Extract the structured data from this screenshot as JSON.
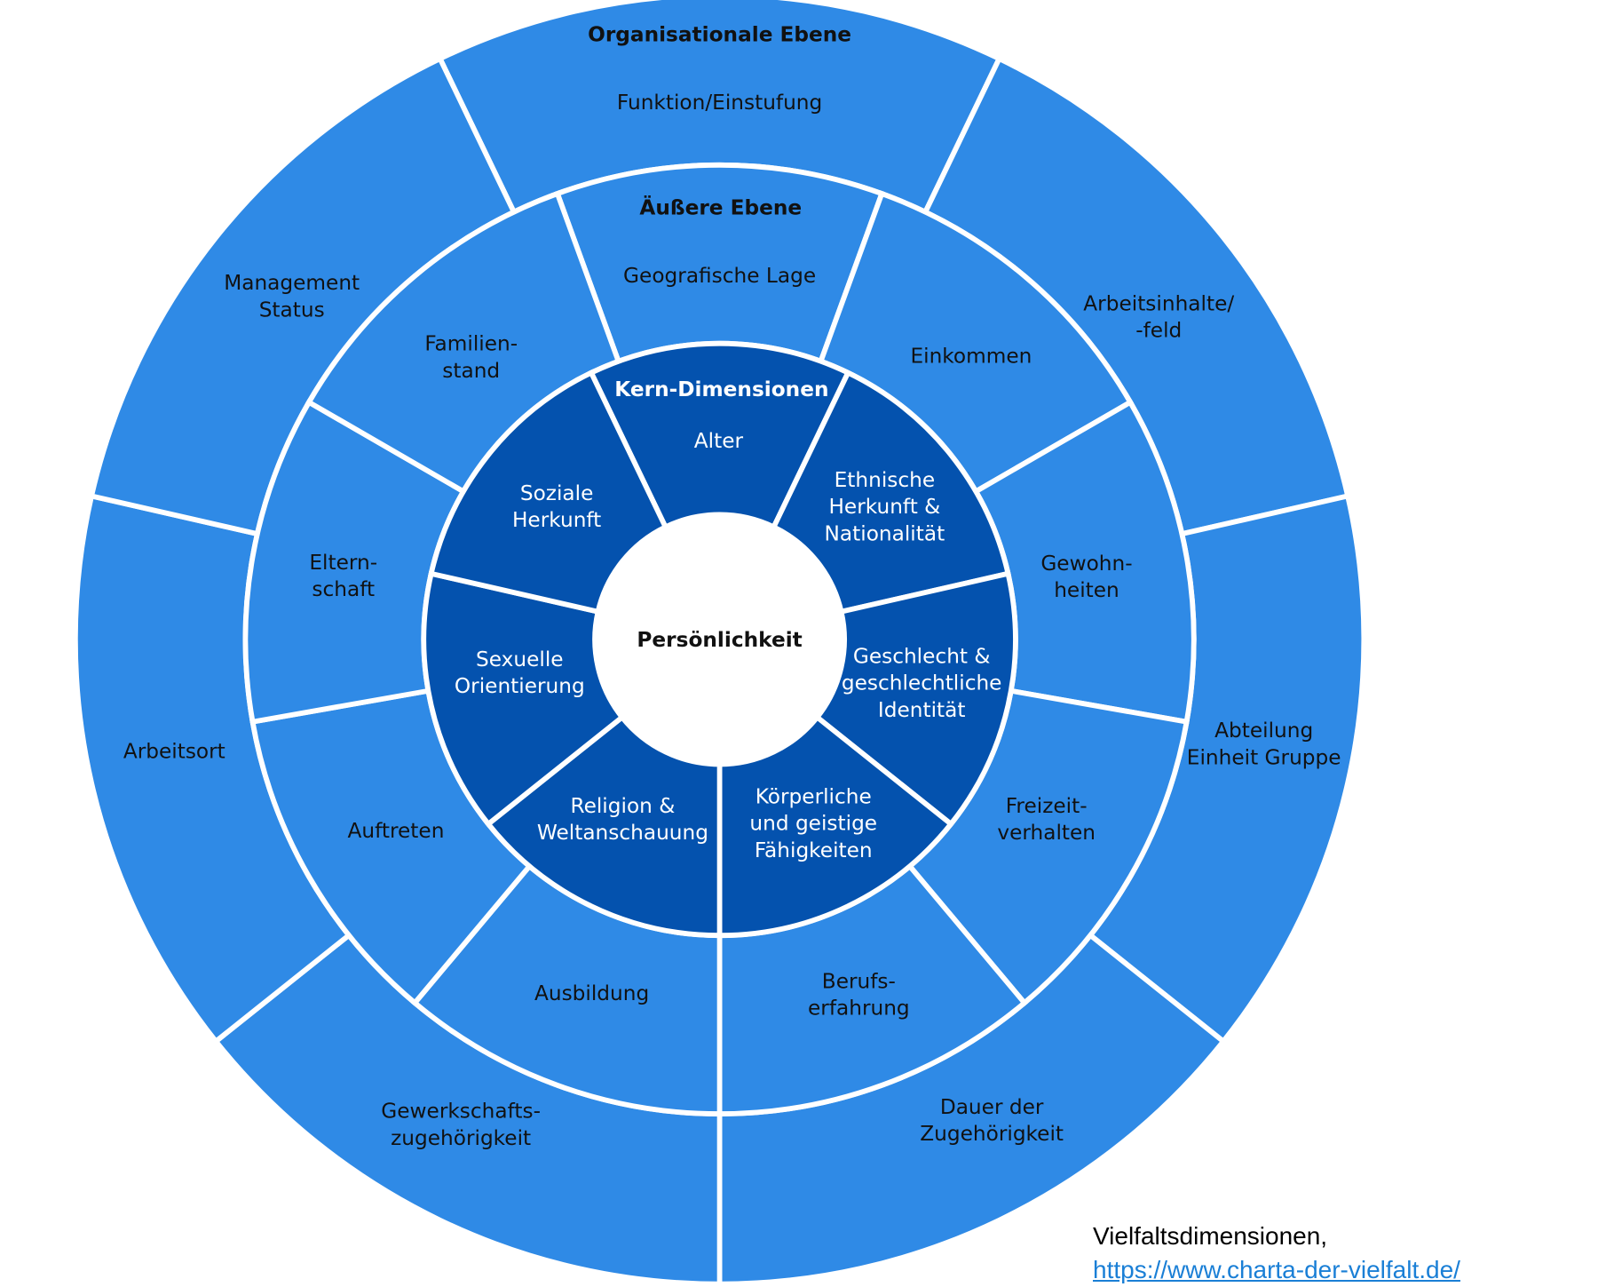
{
  "colors": {
    "outer": "#2f8ae6",
    "middle": "#2f8ae6",
    "core": "#0452ae",
    "center": "#ffffff",
    "separator": "#ffffff",
    "link": "#1a7fd6"
  },
  "center_label": "Persönlichkeit",
  "rings": {
    "organisational": {
      "title": "Organisationale Ebene",
      "segments": [
        [
          "Funktion/Einstufung"
        ],
        [
          "Arbeitsinhalte/",
          "-feld"
        ],
        [
          "Abteilung",
          "Einheit Gruppe"
        ],
        [
          "Dauer der",
          "Zugehörigkeit"
        ],
        [
          "Gewerkschafts-",
          "zugehörigkeit"
        ],
        [
          "Arbeitsort"
        ],
        [
          "Management",
          "Status"
        ]
      ]
    },
    "external": {
      "title": "Äußere Ebene",
      "segments": [
        [
          "Geografische Lage"
        ],
        [
          "Einkommen"
        ],
        [
          "Gewohn-",
          "heiten"
        ],
        [
          "Freizeit-",
          "verhalten"
        ],
        [
          "Berufs-",
          "erfahrung"
        ],
        [
          "Ausbildung"
        ],
        [
          "Auftreten"
        ],
        [
          "Eltern-",
          "schaft"
        ],
        [
          "Familien-",
          "stand"
        ]
      ]
    },
    "core": {
      "title": "Kern-Dimensionen",
      "segments": [
        [
          "Alter"
        ],
        [
          "Ethnische",
          "Herkunft &",
          "Nationalität"
        ],
        [
          "Geschlecht &",
          "geschlechtliche",
          "Identität"
        ],
        [
          "Körperliche",
          "und geistige",
          "Fähigkeiten"
        ],
        [
          "Religion &",
          "Weltanschauung"
        ],
        [
          "Sexuelle",
          "Orientierung"
        ],
        [
          "Soziale",
          "Herkunft"
        ]
      ]
    }
  },
  "caption": {
    "text": "Vielfaltsdimensionen,",
    "link": "https://www.charta-der-vielfalt.de/"
  }
}
